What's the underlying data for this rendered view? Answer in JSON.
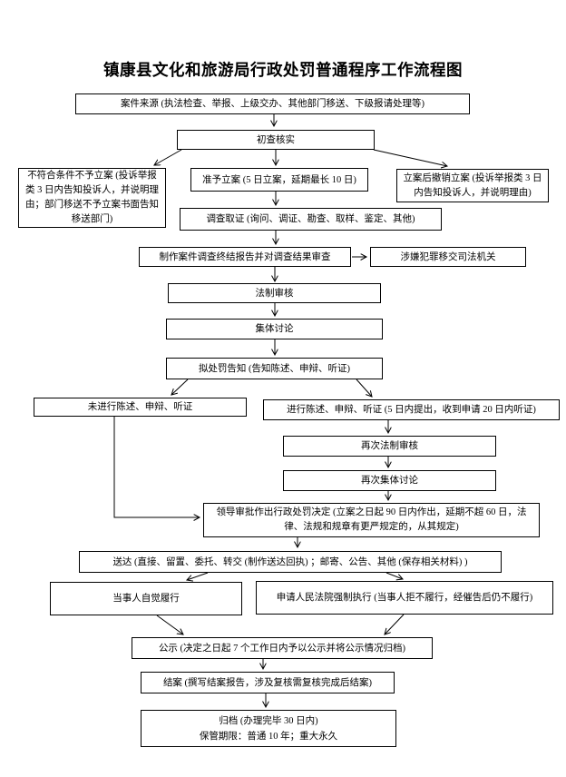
{
  "title": "镇康县文化和旅游局行政处罚普通程序工作流程图",
  "colors": {
    "line": "#000000",
    "box_border": "#000000",
    "background": "#ffffff",
    "text": "#000000"
  },
  "nodes": {
    "case_source": {
      "label": "案件来源 (执法检查、举报、上级交办、其他部门移送、下级报请处理等)"
    },
    "initial_check": {
      "label": "初查核实"
    },
    "not_filed": {
      "label": "不符合条件不予立案 (投诉举报类 3 日内告知投诉人，并说明理由；部门移送不予立案书面告知移送部门)"
    },
    "approve_filing": {
      "label": "准予立案 (5 日立案，延期最长 10 日)"
    },
    "revoke_filing": {
      "label": "立案后撤销立案 (投诉举报类 3 日内告知投诉人，并说明理由)"
    },
    "investigation": {
      "label": "调查取证 (询问、调证、勘查、取样、鉴定、其他)"
    },
    "final_report": {
      "label": "制作案件调查终结报告并对调查结果审查"
    },
    "transfer_judicial": {
      "label": "涉嫌犯罪移交司法机关"
    },
    "legal_review": {
      "label": "法制审核"
    },
    "group_discussion": {
      "label": "集体讨论"
    },
    "penalty_notice": {
      "label": "拟处罚告知 (告知陈述、申辩、听证)"
    },
    "no_statement": {
      "label": "未进行陈述、申辩、听证"
    },
    "statement": {
      "label": "进行陈述、申辩、听证 (5 日内提出，收到申请 20 日内听证)"
    },
    "second_legal_review": {
      "label": "再次法制审核"
    },
    "second_discussion": {
      "label": "再次集体讨论"
    },
    "decision": {
      "label": "领导审批作出行政处罚决定 (立案之日起 90 日内作出，延期不超 60 日，法律、法规和规章有更严规定的，从其规定)"
    },
    "service": {
      "label": "送达 (直接、留置、委托、转交 (制作送达回执) ；邮寄、公告、其他 (保存相关材料) )"
    },
    "voluntary": {
      "label": "当事人自觉履行"
    },
    "court_enforcement": {
      "label": "申请人民法院强制执行 (当事人拒不履行，经催告后仍不履行)"
    },
    "publicity": {
      "label": "公示 (决定之日起 7 个工作日内予以公示并将公示情况归档)"
    },
    "case_closure": {
      "label": "结案 (撰写结案报告，涉及复核需复核完成后结案)"
    },
    "archiving": {
      "line1": "归档 (办理完毕 30 日内)",
      "line2": "保管期限：普通 10 年；重大永久"
    }
  }
}
